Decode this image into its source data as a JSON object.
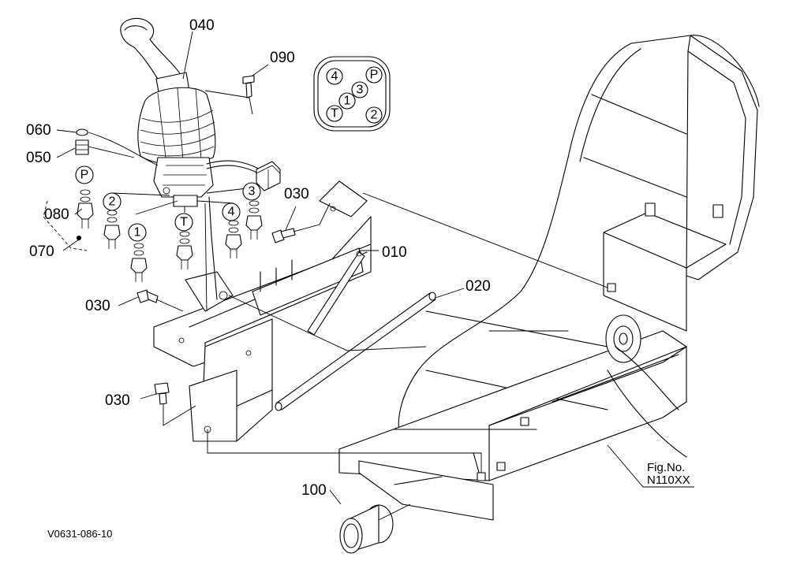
{
  "callouts": {
    "c040": "040",
    "c090": "090",
    "c060": "060",
    "c050": "050",
    "c080": "080",
    "c070": "070",
    "c030a": "030",
    "c030b": "030",
    "c030c": "030",
    "c010": "010",
    "c020": "020",
    "c100": "100"
  },
  "port_markers": {
    "p1": "1",
    "p2": "2",
    "p3": "3",
    "p4": "4",
    "pT": "T",
    "pP": "P"
  },
  "port_layout_inset": {
    "ports": [
      "4",
      "P",
      "3",
      "1",
      "T",
      "2"
    ]
  },
  "figure_ref": {
    "line1": "Fig.No.",
    "line2": "N110XX"
  },
  "drawing_code": "V0631-086-10"
}
